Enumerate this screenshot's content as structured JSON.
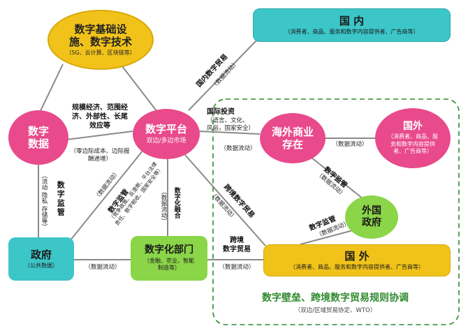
{
  "colors": {
    "teal": "#3cc6c8",
    "magenta": "#e84a8c",
    "gold": "#f1c31a",
    "green": "#8bd548",
    "line": "#8a8a8a",
    "dash": "#2f8a2f"
  },
  "nodes": {
    "infra": {
      "title_1": "数字基础设",
      "title_2": "施、数字技术",
      "sub": "（5G、云计算、区块链等）"
    },
    "domestic": {
      "title": "国 内",
      "sub": "（消费者、商品、服务和数字内容提供者、广告商等）"
    },
    "data": {
      "title_1": "数字",
      "title_2": "数据"
    },
    "platform": {
      "title": "数字平台",
      "sub": "双边/多边市场"
    },
    "overseas_merchant": {
      "title_1": "海外商业",
      "title_2": "存在"
    },
    "foreign_top": {
      "title": "国外",
      "sub_1": "（消费者、商品、服",
      "sub_2": "务和数字内容提供",
      "sub_3": "者、广告商等）"
    },
    "foreign_gov": {
      "title_1": "外国",
      "title_2": "政府"
    },
    "gov": {
      "title": "政府",
      "sub": "（公共数据）"
    },
    "digital_sector": {
      "title": "数字化部门",
      "sub_1": "（金融、农业、智能",
      "sub_2": "制造等）"
    },
    "foreign_bottom": {
      "title": "国 外",
      "sub": "（消费者、商品、服务和数字内容提供者、广告商等）"
    }
  },
  "labels": {
    "scale_1": "规模经济、范围经",
    "scale_2": "济、外部性、长尾",
    "scale_3": "效应等",
    "marginal_1": "（零边际成本、边际报",
    "marginal_2": "酬递增）",
    "domestic_trade": "国内数字贸易",
    "flow_domestic": "（数据流动）",
    "intl_invest": "国际投资",
    "intl_invest_sub_1": "（语言、文化、",
    "intl_invest_sub_2": "风俗，国家安全）",
    "flow_invest": "（数据流动）",
    "flow_merchant": "（数据流动）",
    "reg_foreign_gov": "数字监管",
    "flow_reg_foreign_gov": "（数据流动）",
    "flow_data_gov": "（流动  隐私  存储等）",
    "reg_gov": "数字监管",
    "flow_platform_gov": "（数据流动）",
    "reg_platform": "数字监管",
    "reg_platform_sub_1": "（竞争政策、反垄断、平台法律",
    "reg_platform_sub_2": "责任、数字税收、国家安全等）",
    "digitalization_1": "数字化",
    "digitalization_2": "融合",
    "flow_platform_sector": "（数据流动）",
    "crossborder": "跨境数字贸易",
    "flow_crossborder": "（数据流动）",
    "reg_foreign_gov_2": "数字监管",
    "flow_reg_foreign_gov_2": "（数据流动）",
    "flow_gov_sector": "（数据流动）",
    "crossborder_2_1": "跨境",
    "crossborder_2_2": "数字贸易",
    "flow_sector_foreign": "（数据流动）",
    "barrier_title": "数字壁垒、跨境数字贸易规则协调",
    "barrier_sub": "（双边/区域贸易协定、WTO）"
  }
}
